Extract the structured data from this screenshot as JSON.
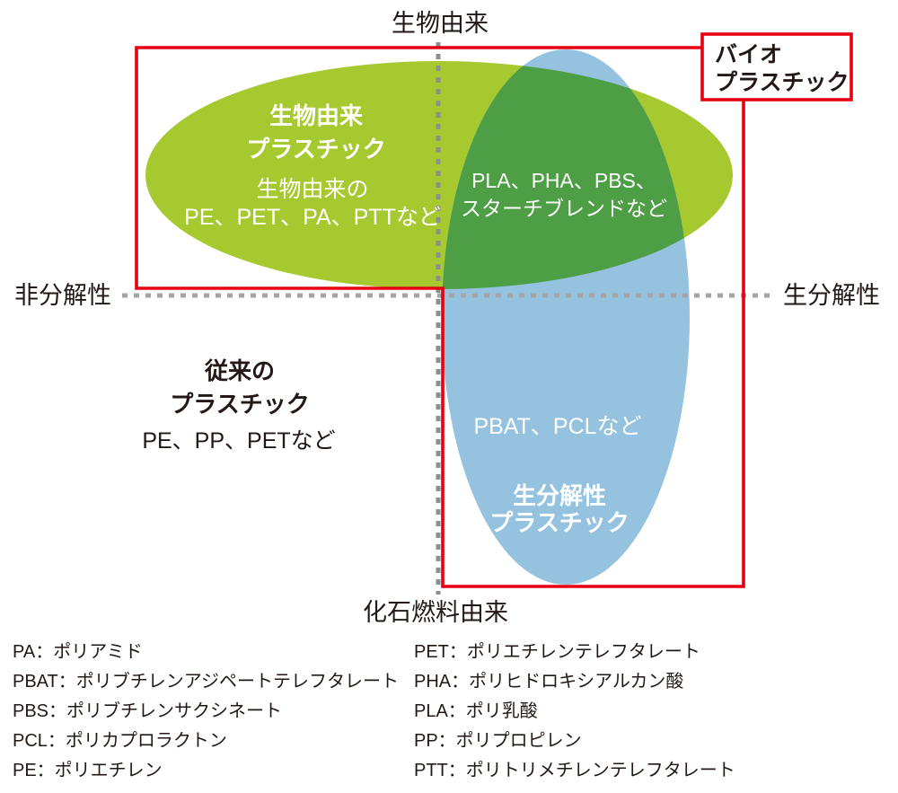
{
  "axes": {
    "top": "生物由来",
    "bottom": "化石燃料由来",
    "left": "非分解性",
    "right": "生分解性"
  },
  "bioplastic_label": "バイオ\nプラスチック",
  "regions": {
    "bio_derived": {
      "title": "生物由来\nプラスチック",
      "items": "生物由来の\nPE、PET、PA、PTTなど"
    },
    "overlap": {
      "items": "PLA、PHA、PBS、\nスターチブレンドなど"
    },
    "biodegradable": {
      "items": "PBAT、PCLなど",
      "title": "生分解性\nプラスチック"
    },
    "conventional": {
      "title": "従来の\nプラスチック",
      "items": "PE、PP、PETなど"
    }
  },
  "legend": {
    "left": [
      "PA：ポリアミド",
      "PBAT：ポリブチレンアジペートテレフタレート",
      "PBS：ポリブチレンサクシネート",
      "PCL：ポリカプロラクトン",
      "PE：ポリエチレン"
    ],
    "right": [
      "PET：ポリエチレンテレフタレート",
      "PHA：ポリヒドロキシアルカン酸",
      "PLA：ポリ乳酸",
      "PP：ポリプロピレン",
      "PTT：ポリトリメチレンテレフタレート"
    ]
  },
  "colors": {
    "lime_green": "#a6c92f",
    "dark_green": "#4d9e45",
    "light_blue": "#94c2df",
    "red": "#e60012",
    "dot_gray_vertical": "#8d8e8e",
    "dot_gray_horizontal": "#a5a5a6",
    "text": "#231815",
    "box_fill": "#ffffff"
  }
}
